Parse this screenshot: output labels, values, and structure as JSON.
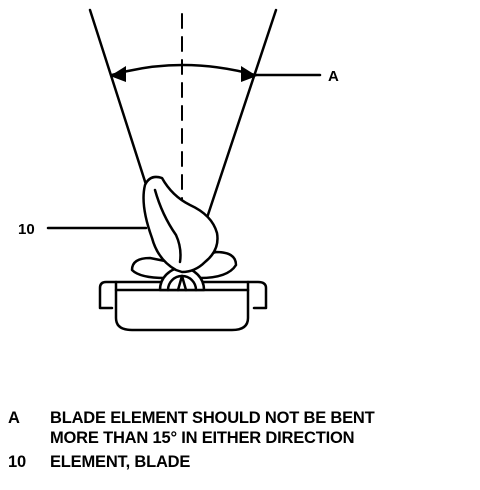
{
  "callouts": {
    "angle_label": "A",
    "blade_label": "10"
  },
  "legend": [
    {
      "key": "A",
      "text": "BLADE ELEMENT SHOULD NOT BE BENT\nMORE THAN 15° IN EITHER DIRECTION"
    },
    {
      "key": "10",
      "text": "ELEMENT, BLADE"
    }
  ],
  "colors": {
    "ink": "#000000",
    "paper": "#ffffff"
  }
}
